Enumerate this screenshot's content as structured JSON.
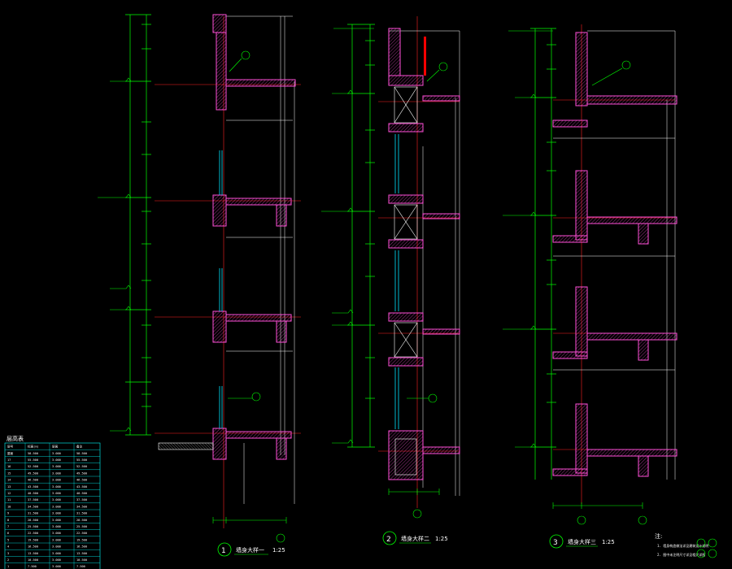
{
  "drawing": {
    "background": "#000000",
    "colors": {
      "wall": "#ff4fd8",
      "hatch": "#ff4fd8",
      "dimension": "#00ff00",
      "level": "#ff2020",
      "grid": "#ffffff",
      "glass": "#00e5ff",
      "annotation": "#ffff00",
      "table": "#00ffff"
    }
  },
  "sections": [
    {
      "number": "1",
      "title": "墙身大样一",
      "scale": "1:25"
    },
    {
      "number": "2",
      "title": "墙身大样二",
      "scale": "1:25"
    },
    {
      "number": "3",
      "title": "墙身大样三",
      "scale": "1:25"
    }
  ],
  "notes": {
    "heading": "注:",
    "items": [
      "1. 墙身构造做法详见建筑设计说明",
      "2. 图中未注明尺寸详见相关详图"
    ]
  },
  "table": {
    "title": "层高表",
    "headers": [
      "层号",
      "标高(m)",
      "层高",
      "备注"
    ],
    "rows": [
      [
        "屋面",
        "58.500",
        "3.000",
        "58.500"
      ],
      [
        "17",
        "55.500",
        "3.000",
        "55.500"
      ],
      [
        "16",
        "52.500",
        "3.000",
        "52.500"
      ],
      [
        "15",
        "49.500",
        "3.000",
        "49.500"
      ],
      [
        "14",
        "46.500",
        "3.000",
        "46.500"
      ],
      [
        "13",
        "43.500",
        "3.000",
        "43.500"
      ],
      [
        "12",
        "40.500",
        "3.000",
        "40.500"
      ],
      [
        "11",
        "37.500",
        "3.000",
        "37.500"
      ],
      [
        "10",
        "34.500",
        "3.000",
        "34.500"
      ],
      [
        "9",
        "31.500",
        "3.000",
        "31.500"
      ],
      [
        "8",
        "28.500",
        "3.000",
        "28.500"
      ],
      [
        "7",
        "25.500",
        "3.000",
        "25.500"
      ],
      [
        "6",
        "22.500",
        "3.000",
        "22.500"
      ],
      [
        "5",
        "19.500",
        "3.000",
        "19.500"
      ],
      [
        "4",
        "16.500",
        "3.000",
        "16.500"
      ],
      [
        "3",
        "13.500",
        "3.000",
        "13.500"
      ],
      [
        "2",
        "10.500",
        "3.000",
        "10.500"
      ],
      [
        "1",
        "7.500",
        "3.000",
        "7.500"
      ]
    ]
  }
}
